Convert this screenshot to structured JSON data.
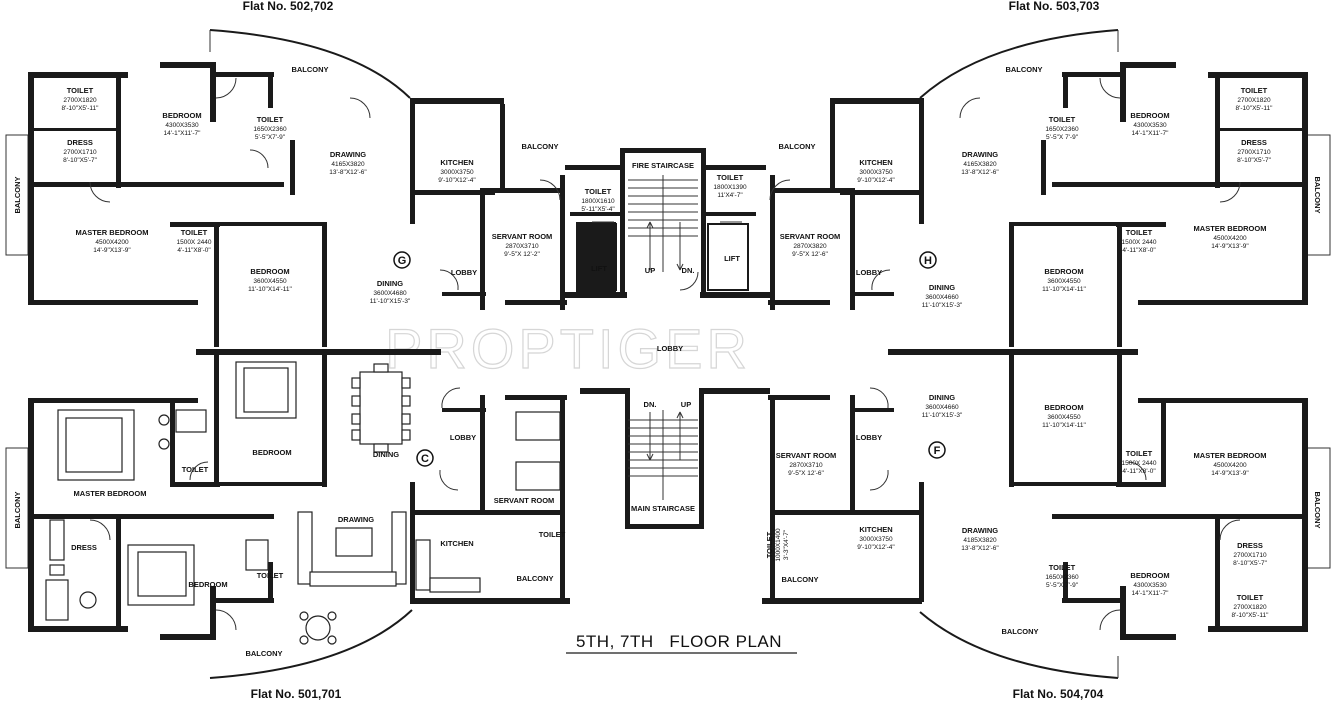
{
  "flats": {
    "top_left": "Flat No. 502,702",
    "top_right": "Flat No. 503,703",
    "bottom_left": "Flat No. 501,701",
    "bottom_right": "Flat No. 504,704"
  },
  "title": "5TH, 7TH   FLOOR PLAN",
  "watermark": "PROPTIGER",
  "unit_letters": {
    "g": "G",
    "h": "H",
    "c": "C",
    "f": "F"
  },
  "core": {
    "fire_staircase": "FIRE STAIRCASE",
    "main_staircase": "MAIN STAIRCASE",
    "lobby": "LOBBY",
    "lift": "LIFT",
    "up": "UP",
    "dn": "DN.",
    "toilet_left": {
      "label": "TOILET",
      "mm": "1800X1610",
      "ft": "5'-11\"X5'-4\""
    },
    "toilet_right": {
      "label": "TOILET",
      "mm": "1800X1390",
      "ft": "11'X4'-7\""
    },
    "toilet_bottom_right": {
      "label": "TOILET",
      "mm": "1000X1400",
      "ft": "3'-3\"X4'-7\""
    }
  },
  "flat_g": {
    "balcony_top": "BALCONY",
    "balcony_left": "BALCONY",
    "balcony_kitchen": "BALCONY",
    "toilet1": {
      "label": "TOILET",
      "mm": "2700X1820",
      "ft": "8'-10\"X5'-11\""
    },
    "bedroom1": {
      "label": "BEDROOM",
      "mm": "4300X3530",
      "ft": "14'-1\"X11'-7\""
    },
    "toilet2": {
      "label": "TOILET",
      "mm": "1650X2360",
      "ft": "5'-5\"X7'-9\""
    },
    "dress": {
      "label": "DRESS",
      "mm": "2700X1710",
      "ft": "8'-10\"X5'-7\""
    },
    "drawing": {
      "label": "DRAWING",
      "mm": "4165X3820",
      "ft": "13'-8\"X12'-6\""
    },
    "kitchen": {
      "label": "KITCHEN",
      "mm": "3000X3750",
      "ft": "9'-10\"X12'-4\""
    },
    "master": {
      "label": "MASTER BEDROOM",
      "mm": "4500X4200",
      "ft": "14'-9\"X13'-9\""
    },
    "toilet3": {
      "label": "TOILET",
      "mm": "1500X 2440",
      "ft": "4'-11\"X8'-0\""
    },
    "servant": {
      "label": "SERVANT ROOM",
      "mm": "2870X3710",
      "ft": "9'-5\"X 12'-2\""
    },
    "bedroom2": {
      "label": "BEDROOM",
      "mm": "3600X4550",
      "ft": "11'-10\"X14'-11\""
    },
    "dining": {
      "label": "DINING",
      "mm": "3600X4680",
      "ft": "11'-10\"X15'-3\""
    },
    "lobby": "LOBBY"
  },
  "flat_h": {
    "balcony_top": "BALCONY",
    "balcony_right": "BALCONY",
    "balcony_kitchen": "BALCONY",
    "toilet1": {
      "label": "TOILET",
      "mm": "2700X1820",
      "ft": "8'-10\"X5'-11\""
    },
    "bedroom1": {
      "label": "BEDROOM",
      "mm": "4300X3530",
      "ft": "14'-1\"X11'-7\""
    },
    "toilet2": {
      "label": "TOILET",
      "mm": "1650X2360",
      "ft": "5'-5\"X 7'-9\""
    },
    "dress": {
      "label": "DRESS",
      "mm": "2700X1710",
      "ft": "8'-10\"X5'-7\""
    },
    "drawing": {
      "label": "DRAWING",
      "mm": "4165X3820",
      "ft": "13'-8\"X12'-6\""
    },
    "kitchen": {
      "label": "KITCHEN",
      "mm": "3000X3750",
      "ft": "9'-10\"X12'-4\""
    },
    "master": {
      "label": "MASTER BEDROOM",
      "mm": "4500X4200",
      "ft": "14'-9\"X13'-9\""
    },
    "toilet3": {
      "label": "TOILET",
      "mm": "1500X 2440",
      "ft": "4'-11\"X8'-0\""
    },
    "servant": {
      "label": "SERVANT ROOM",
      "mm": "2870X3820",
      "ft": "9'-5\"X 12'-6\""
    },
    "bedroom2": {
      "label": "BEDROOM",
      "mm": "3600X4550",
      "ft": "11'-10\"X14'-11\""
    },
    "dining": {
      "label": "DINING",
      "mm": "3600X4660",
      "ft": "11'-10\"X15'-3\""
    },
    "lobby": "LOBBY"
  },
  "flat_c": {
    "master": "MASTER BEDROOM",
    "bedroom_mid": "BEDROOM",
    "bedroom_low": "BEDROOM",
    "toilet_a": "TOILET",
    "toilet_b": "TOILET",
    "dress": "DRESS",
    "dining": "DINING",
    "drawing": "DRAWING",
    "kitchen": "KITCHEN",
    "servant": "SERVANT ROOM",
    "toilet_servant": "TOILET",
    "lobby": "LOBBY",
    "balcony_left": "BALCONY",
    "balcony_bottom": "BALCONY",
    "balcony_kitchen": "BALCONY"
  },
  "flat_f": {
    "dining": {
      "label": "DINING",
      "mm": "3600X4660",
      "ft": "11'-10\"X15'-3\""
    },
    "bedroom2": {
      "label": "BEDROOM",
      "mm": "3600X4550",
      "ft": "11'-10\"X14'-11\""
    },
    "servant": {
      "label": "SERVANT ROOM",
      "mm": "2870X3710",
      "ft": "9'-5\"X 12'-6\""
    },
    "toilet3": {
      "label": "TOILET",
      "mm": "1500X 2440",
      "ft": "4'-11\"X8'-0\""
    },
    "master": {
      "label": "MASTER BEDROOM",
      "mm": "4500X4200",
      "ft": "14'-9\"X13'-9\""
    },
    "kitchen": {
      "label": "KITCHEN",
      "mm": "3000X3750",
      "ft": "9'-10\"X12'-4\""
    },
    "drawing": {
      "label": "DRAWING",
      "mm": "4185X3820",
      "ft": "13'-8\"X12'-6\""
    },
    "dress": {
      "label": "DRESS",
      "mm": "2700X1710",
      "ft": "8'-10\"X5'-7\""
    },
    "toilet2": {
      "label": "TOILET",
      "mm": "1650X2360",
      "ft": "5'-5\"X 7'-9\""
    },
    "bedroom1": {
      "label": "BEDROOM",
      "mm": "4300X3530",
      "ft": "14'-1\"X11'-7\""
    },
    "toilet1": {
      "label": "TOILET",
      "mm": "2700X1820",
      "ft": "8'-10\"X5'-11\""
    },
    "balcony_bottom": "BALCONY",
    "balcony_right": "BALCONY",
    "balcony_kitchen": "BALCONY",
    "lobby": "LOBBY"
  }
}
